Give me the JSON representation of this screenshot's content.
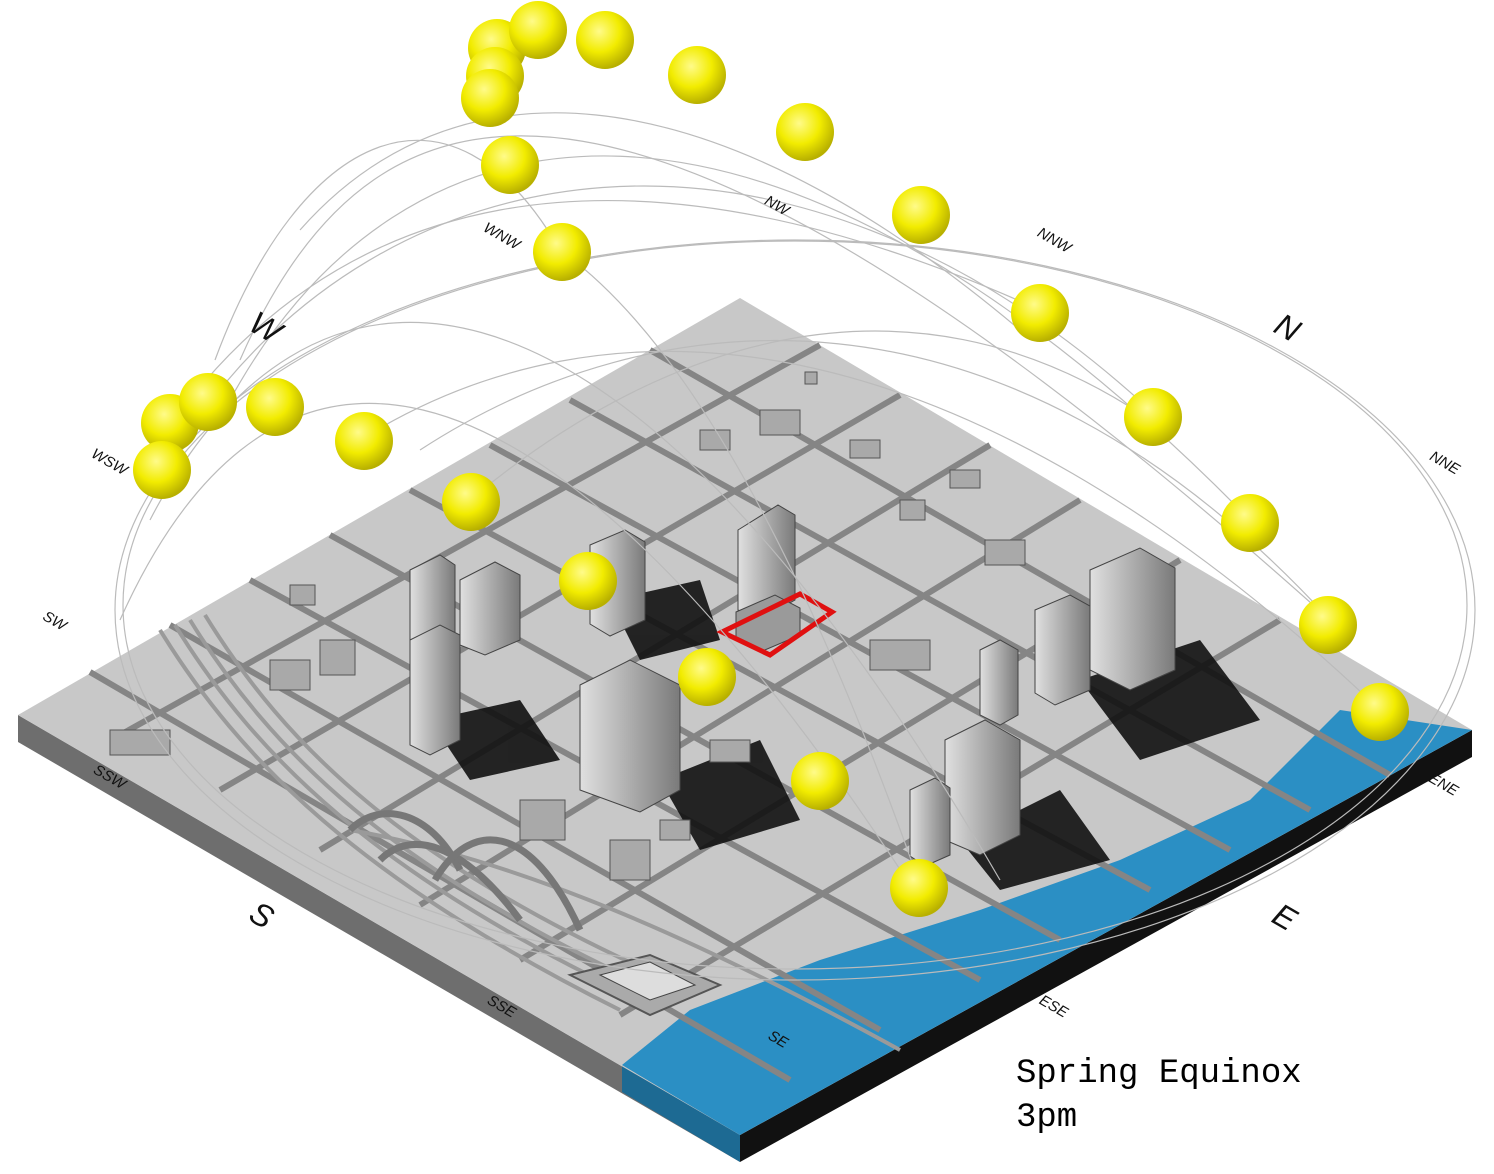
{
  "caption": {
    "season": "Spring Equinox",
    "time": "3pm"
  },
  "compass": [
    {
      "name": "cardinal-north",
      "text": "N"
    },
    {
      "name": "cardinal-east",
      "text": "E"
    },
    {
      "name": "cardinal-south",
      "text": "S"
    },
    {
      "name": "cardinal-west",
      "text": "W"
    },
    {
      "name": "direction-nne",
      "text": "NNE"
    },
    {
      "name": "direction-ene",
      "text": "ENE"
    },
    {
      "name": "direction-ese",
      "text": "ESE"
    },
    {
      "name": "direction-se",
      "text": "SE"
    },
    {
      "name": "direction-sse",
      "text": "SSE"
    },
    {
      "name": "direction-ssw",
      "text": "SSW"
    },
    {
      "name": "direction-sw",
      "text": "SW"
    },
    {
      "name": "direction-wsw",
      "text": "WSW"
    },
    {
      "name": "direction-wnw",
      "text": "WNW"
    },
    {
      "name": "direction-nw",
      "text": "NW"
    },
    {
      "name": "direction-nnw",
      "text": "NNW"
    }
  ],
  "colors": {
    "sun": "#f2ec00",
    "water": "#2b8fc4",
    "ground": "#c8c8c8",
    "site_outline": "#e01010",
    "sunpath_lines": "#bbbbbb"
  }
}
